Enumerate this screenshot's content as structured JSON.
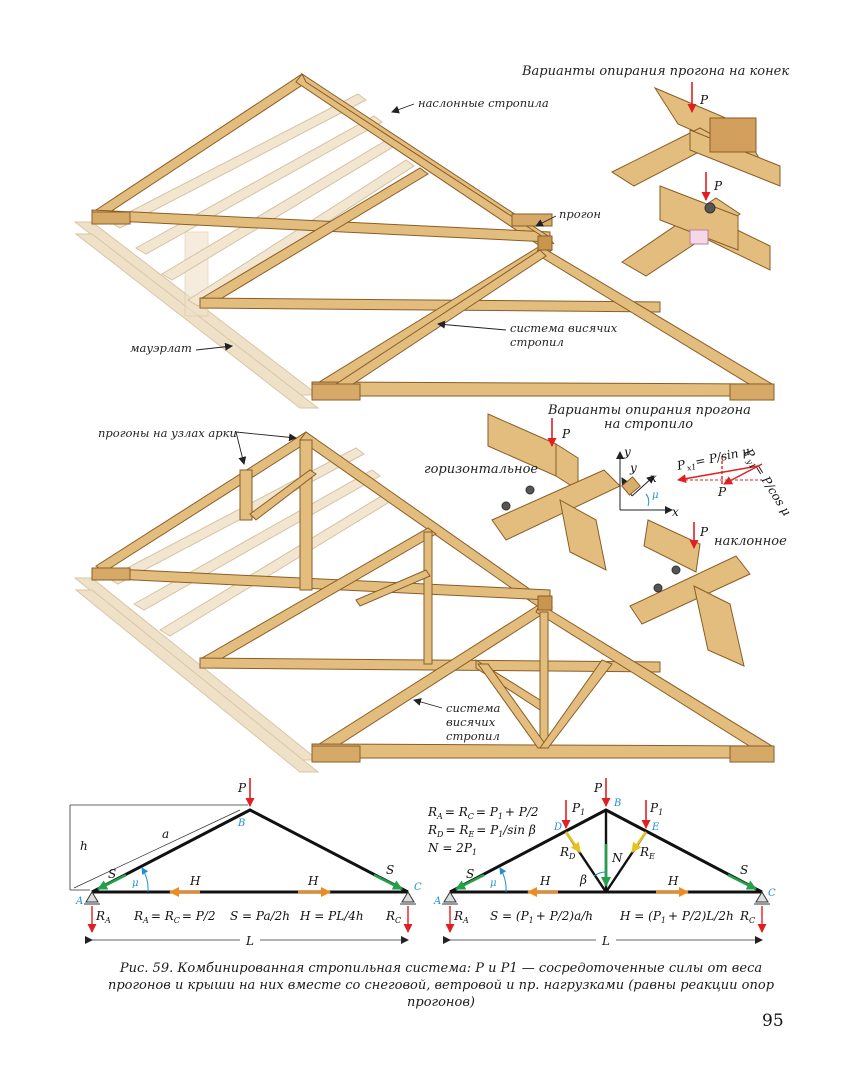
{
  "labels": {
    "ridge_title": "Варианты опирания прогона на конек",
    "rafter_title_line1": "Варианты опирания прогона",
    "rafter_title_line2": "на стропило",
    "naslonnye": "наслонные стропила",
    "progon": "прогон",
    "sistema1_l1": "система висячих",
    "sistema1_l2": "стропил",
    "mauerlat": "мауэрлат",
    "progony_uzly": "прогоны на узлах арки",
    "gorizontalnoe": "горизонтальное",
    "naklonnoe": "наклонное",
    "sistema2_l1": "система",
    "sistema2_l2": "висячих",
    "sistema2_l3": "стропил",
    "P": "P",
    "y1": "y",
    "x1": "x",
    "y": "y",
    "x": "x",
    "mu": "μ",
    "Px1": "P",
    "Py1": "P",
    "Px1_formula": "= P/sin μ",
    "Py1_formula": "= P/cos μ"
  },
  "diagram_left": {
    "P": "P",
    "a": "a",
    "h": "h",
    "S_left": "S",
    "S_right": "S",
    "mu": "μ",
    "H1": "H",
    "H2": "H",
    "A": "A",
    "B": "B",
    "C": "C",
    "RA": "R",
    "RC": "R",
    "L": "L",
    "f1": "R",
    "f1_text": "= R",
    "f1_tail": "= P/2",
    "f2": "S = Pa/2h",
    "f3": "H = PL/4h"
  },
  "diagram_right": {
    "P": "P",
    "P1_left": "P",
    "P1_right": "P",
    "B": "B",
    "D": "D",
    "E": "E",
    "A": "A",
    "C": "C",
    "RD": "R",
    "RE": "R",
    "N": "N",
    "beta": "β",
    "mu": "μ",
    "S_left": "S",
    "S_right": "S",
    "H1": "H",
    "H2": "H",
    "RA": "R",
    "RC": "R",
    "L": "L",
    "eq1": "R",
    "eq1_text": "= R",
    "eq1_tail": "= P",
    "eq1_end": "+ P/2",
    "eq2": "R",
    "eq2_text": "= R",
    "eq2_tail": "= P",
    "eq2_end": "/sin β",
    "eq3": "N = 2P",
    "f_S": "S = (P",
    "f_S_tail": "+ P/2)a/h",
    "f_H": "H = (P",
    "f_H_tail": "+ P/2)L/2h"
  },
  "caption": "Рис. 59. Комбинированная стропильная система: P и P1 — сосредоточенные силы от веса прогонов и крыши на них вместе со снеговой, ветровой и пр. нагрузками (равны реакции опор прогонов)",
  "page_number": "95",
  "colors": {
    "wood": "#e3bd7e",
    "wood_dark": "#b98a4a",
    "wood_light": "#f1dcb2",
    "ghost": "#efe0c8",
    "force_red": "#e02020",
    "force_green": "#22a04a",
    "force_orange": "#f08a1c",
    "force_yellow": "#e8c21a",
    "node_blue": "#1e90d0"
  }
}
